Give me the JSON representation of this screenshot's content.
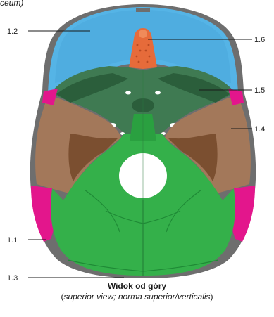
{
  "top_fragment": "ceum)",
  "labels": {
    "l1_1": "1.1",
    "l1_2": "1.2",
    "l1_3": "1.3",
    "l1_4": "1.4",
    "l1_5": "1.5",
    "l1_6": "1.6"
  },
  "caption": {
    "title": "Widok od góry",
    "open_paren": "(",
    "subtitle_italic": "superior view; norma superior/verticalis",
    "close_paren": ")"
  },
  "colors": {
    "frontal": "#55b4e6",
    "frontal_dark": "#2e90c8",
    "ethmoid": "#e66b3a",
    "sphenoid": "#3f7a52",
    "sphenoid_dark": "#2b5e3b",
    "temporal": "#a3785a",
    "temporal_dark": "#7b4f30",
    "parietal": "#e3168c",
    "occipital": "#34b04a",
    "occipital_dark": "#1f8a36",
    "outline": "#555555"
  }
}
